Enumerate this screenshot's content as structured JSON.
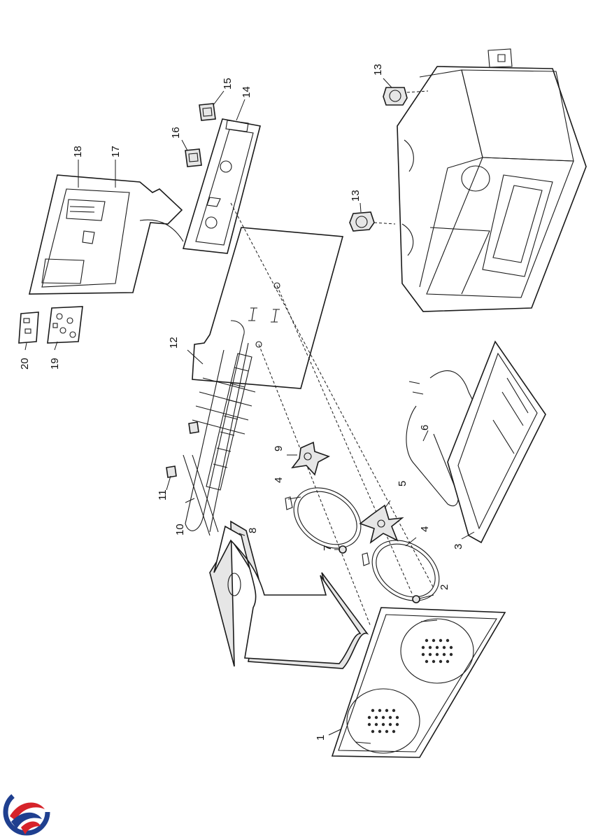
{
  "callouts": [
    {
      "id": "c1",
      "text": "1"
    },
    {
      "id": "c2",
      "text": "2"
    },
    {
      "id": "c3",
      "text": "3"
    },
    {
      "id": "c4a",
      "text": "4"
    },
    {
      "id": "c4b",
      "text": "4"
    },
    {
      "id": "c5",
      "text": "5"
    },
    {
      "id": "c6",
      "text": "6"
    },
    {
      "id": "c7",
      "text": "7"
    },
    {
      "id": "c8",
      "text": "8"
    },
    {
      "id": "c9",
      "text": "9"
    },
    {
      "id": "c10",
      "text": "10"
    },
    {
      "id": "c11",
      "text": "11"
    },
    {
      "id": "c12",
      "text": "12"
    },
    {
      "id": "c13a",
      "text": "13"
    },
    {
      "id": "c13b",
      "text": "13"
    },
    {
      "id": "c14",
      "text": "14"
    },
    {
      "id": "c15",
      "text": "15"
    },
    {
      "id": "c16",
      "text": "16"
    },
    {
      "id": "c17",
      "text": "17"
    },
    {
      "id": "c18",
      "text": "18"
    },
    {
      "id": "c19",
      "text": "19"
    },
    {
      "id": "c20",
      "text": "20"
    }
  ],
  "colors": {
    "logo_blue": "#1f3f8f",
    "logo_red": "#d6232a",
    "line": "#1a1a1a"
  },
  "icons": {
    "logo": "brand-logo-icon"
  }
}
